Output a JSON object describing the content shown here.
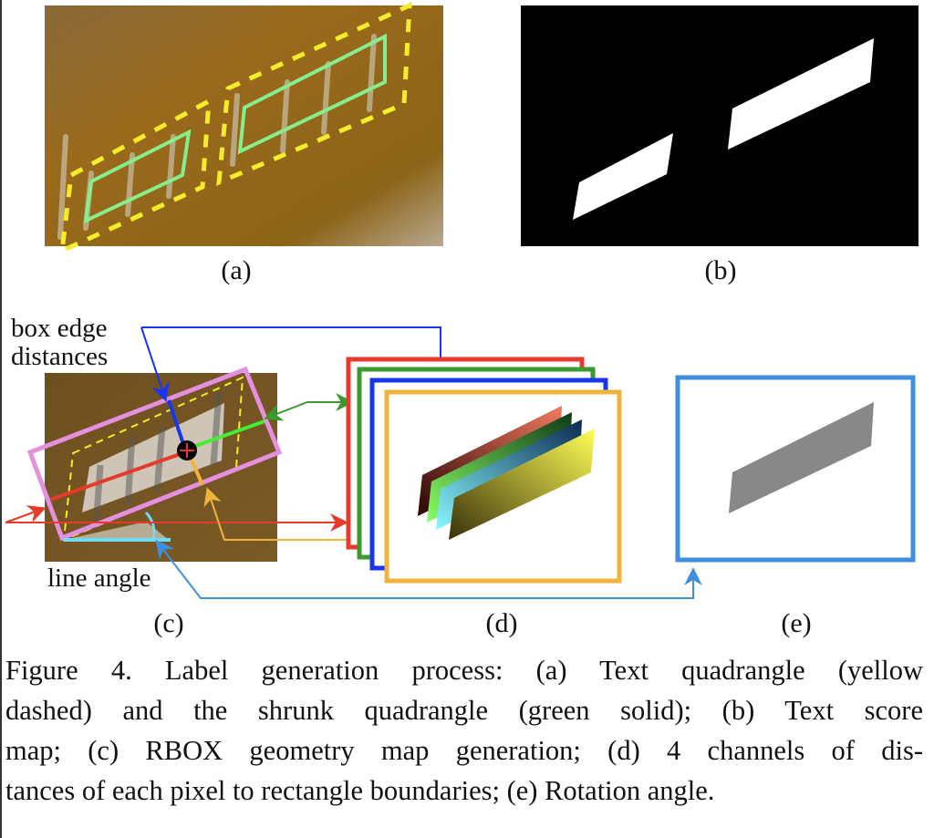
{
  "figure": {
    "panels": [
      {
        "id": "a",
        "label": "(a)",
        "description": "Photo of text with yellow dashed text quadrangles and green solid shrunk quadrangles"
      },
      {
        "id": "b",
        "label": "(b)",
        "description": "Binary text score map with two white parallelograms on black"
      },
      {
        "id": "c",
        "label": "(c)",
        "description": "RBOX geometry: pink rotated rectangle, distance arrows, line angle"
      },
      {
        "id": "d",
        "label": "(d)",
        "description": "Four stacked channel maps (red, green, blue, orange frames) with gradient parallelograms"
      },
      {
        "id": "e",
        "label": "(e)",
        "description": "Rotation angle map with gray parallelogram in blue frame"
      }
    ],
    "annotations": {
      "box_edge_distances_line1": "box edge",
      "box_edge_distances_line2": "distances",
      "line_angle": "line angle"
    },
    "colors": {
      "yellow_dashed": "#f5ec2a",
      "green_solid": "#86ee8c",
      "pink_box": "#e58fe0",
      "red": "#e63a2b",
      "green": "#3a9a2e",
      "blue": "#1736f0",
      "orange": "#f0b43c",
      "light_blue": "#3f8fe0",
      "cyan": "#6fdcf5",
      "gray_fill": "#888888",
      "photo_brown": "#7a5a22"
    }
  },
  "caption": {
    "lines": [
      "Figure 4. Label generation process: (a) Text quadrangle (yellow",
      "dashed) and the shrunk quadrangle (green solid); (b) Text score",
      "map; (c) RBOX geometry map generation; (d) 4 channels of dis-",
      "tances of each pixel to rectangle boundaries; (e) Rotation angle."
    ]
  }
}
